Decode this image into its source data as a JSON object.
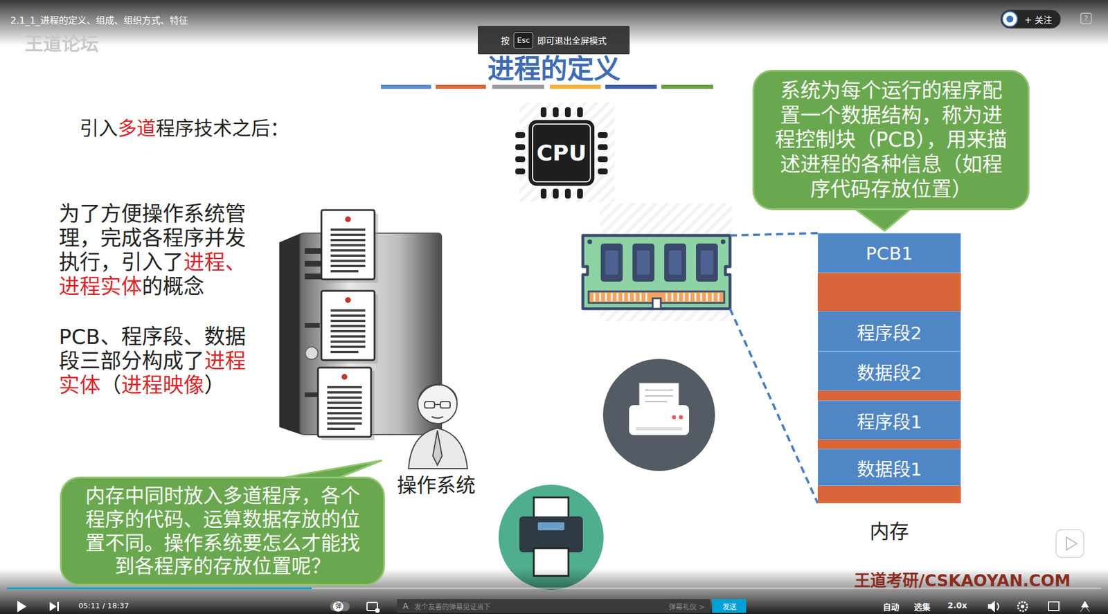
{
  "diagram": {
    "title": "进程的定义",
    "nodes": [
      {
        "text": [
          "按",
          "即可退出全屏模式"
        ]
      },
      {
        "text": [
          "Esc"
        ],
        "in": 0
      },
      {
        "text": [
          "+ 关注"
        ]
      },
      {
        "text": [
          "系统为每个运行的程序配置一个数据结构，称为进程控制块（PCB），用来描述进程的各种信息（如程序代码存放位置）"
        ]
      },
      {
        "text": [
          "CPU"
        ]
      },
      {
        "text": [
          "内存"
        ]
      },
      {
        "text": [
          "PCB1"
        ],
        "in": 5
      },
      {
        "text": [
          "程序段2"
        ],
        "in": 5
      },
      {
        "text": [
          "数据段2"
        ],
        "in": 5
      },
      {
        "text": [
          "程序段1"
        ],
        "in": 5
      },
      {
        "text": [
          "数据段1"
        ],
        "in": 5
      },
      {
        "text": [
          "内存中同时放入多道程序，各个程序的代码、运算数据存放的位置不同。操作系统要怎么才能找到各程序的存放位置呢？"
        ]
      },
      {
        "text": [
          "A",
          "发个友善的弹幕见证当下",
          "弹幕礼仪 >"
        ]
      },
      {
        "text": [
          "发送"
        ]
      }
    ],
    "labels": [
      "2.1_1_进程的定义、组成、组织方式、特征",
      "王道论坛",
      "引入",
      "多道",
      "程序技术之后：",
      "为了方便操作系统管理，完成各程序并发执行，引入了",
      "进程、进程实体",
      "的概念",
      "PCB、程序段、数据段三部分构成了",
      "进程实体",
      "（",
      "进程映像",
      "）",
      "操作系统",
      "?",
      "05:11 / 18:37",
      "弹",
      "自动",
      "选集",
      "2.0x",
      "王道考研/CSKAOYAN.COM"
    ]
  }
}
